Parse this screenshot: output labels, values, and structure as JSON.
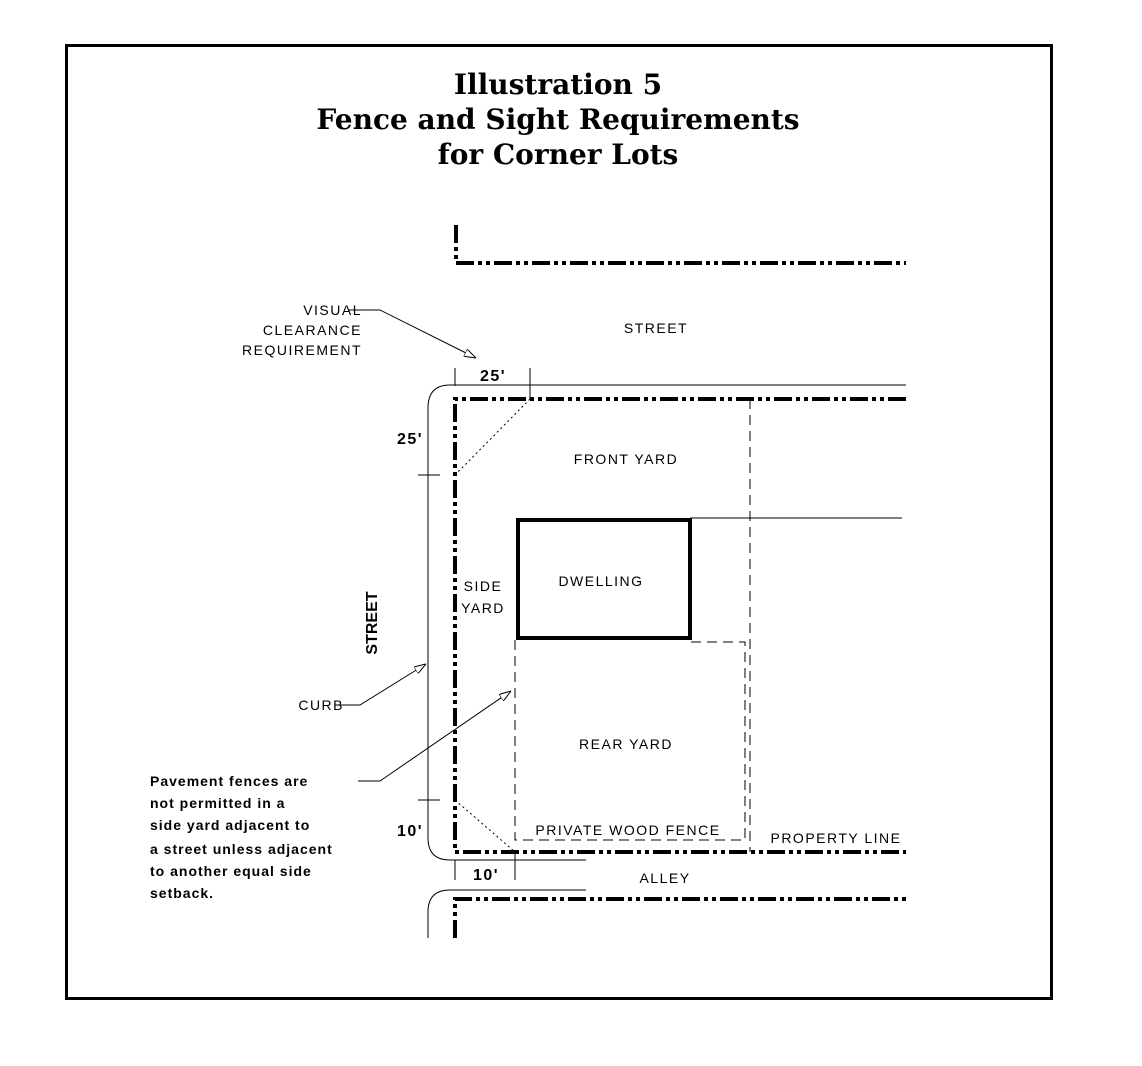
{
  "title": {
    "line1": "Illustration 5",
    "line2": "Fence and Sight Requirements",
    "line3": "for Corner Lots"
  },
  "labels": {
    "visual_clearance": [
      "VISUAL",
      "CLEARANCE",
      "REQUIREMENT"
    ],
    "street_top": "STREET",
    "street_side": "STREET",
    "front_yard": "FRONT YARD",
    "dwelling": "DWELLING",
    "side_yard": [
      "SIDE",
      "YARD"
    ],
    "rear_yard": "REAR YARD",
    "curb": "CURB",
    "private_wood_fence": "PRIVATE WOOD FENCE",
    "property_line": "PROPERTY LINE",
    "alley": "ALLEY"
  },
  "dimensions": {
    "top_horizontal": "25'",
    "top_vertical": "25'",
    "bottom_vertical": "10'",
    "bottom_horizontal": "10'"
  },
  "note": [
    "Pavement fences are",
    "not permitted in a",
    "side yard adjacent to",
    "a street unless adjacent",
    "to another equal side",
    "setback."
  ]
}
